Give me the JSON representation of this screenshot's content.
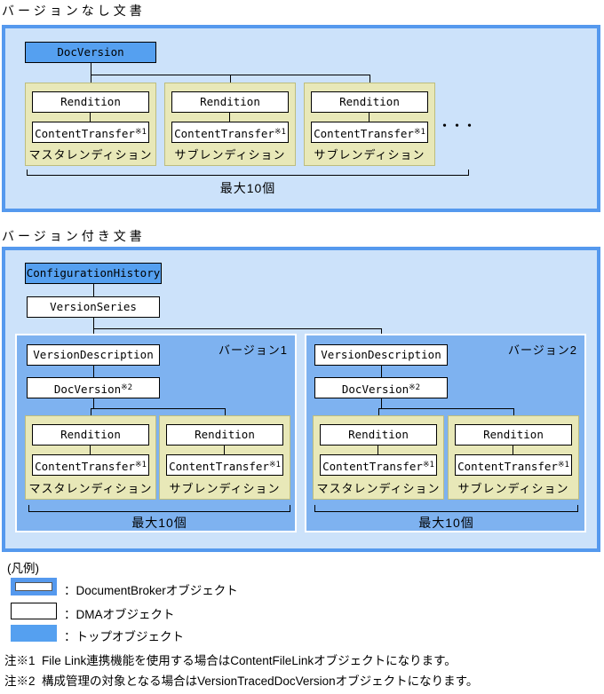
{
  "palette": {
    "frame_border_blue": "#5599EE",
    "frame_fill_light_blue": "#CCE2FA",
    "version_box_blue": "#7EB2F0",
    "top_object_blue": "#55A0F0",
    "rendition_group_fill": "#E8E8B8",
    "rendition_group_border": "#BDBD7E"
  },
  "boxes": {
    "doc_version": "DocVersion",
    "configuration_history": "ConfigurationHistory",
    "version_series": "VersionSeries",
    "version_description": "VersionDescription",
    "rendition": "Rendition",
    "content_transfer": "ContentTransfer",
    "sup1": "※1",
    "sup2": "※2"
  },
  "section1": {
    "title": "バージョンなし文書",
    "group_labels": [
      "マスタレンディション",
      "サブレンディション",
      "サブレンディション"
    ],
    "ellipsis": "・・・",
    "max_label": "最大10個"
  },
  "section2": {
    "title": "バージョン付き文書",
    "versions": [
      {
        "name": "バージョン1",
        "group_labels": [
          "マスタレンディション",
          "サブレンディション"
        ],
        "max_label": "最大10個"
      },
      {
        "name": "バージョン2",
        "group_labels": [
          "マスタレンディション",
          "サブレンディション"
        ],
        "max_label": "最大10個"
      }
    ]
  },
  "legend": {
    "title": "(凡例)",
    "items": [
      {
        "label": "：DocumentBrokerオブジェクト"
      },
      {
        "label": "：DMAオブジェクト"
      },
      {
        "label": "：トップオブジェクト"
      }
    ]
  },
  "notes": [
    "注※1  File Link連携機能を使用する場合はContentFileLinkオブジェクトになります。",
    "注※2  構成管理の対象となる場合はVersionTracedDocVersionオブジェクトになります。"
  ]
}
